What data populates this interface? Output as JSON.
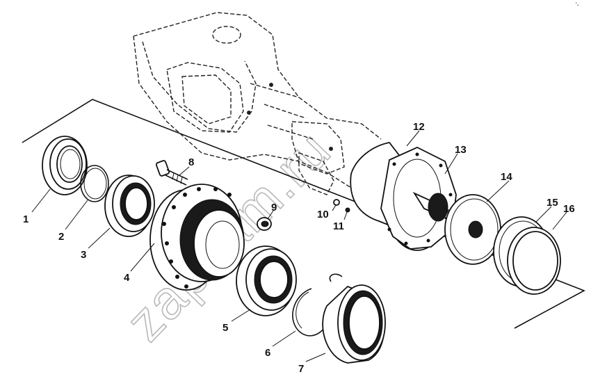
{
  "diagram": {
    "watermark": "zapkam.ru",
    "corner_mark": "'-",
    "callouts": [
      "1",
      "2",
      "3",
      "4",
      "5",
      "6",
      "7",
      "8",
      "9",
      "10",
      "11",
      "12",
      "13",
      "14",
      "15",
      "16"
    ]
  }
}
